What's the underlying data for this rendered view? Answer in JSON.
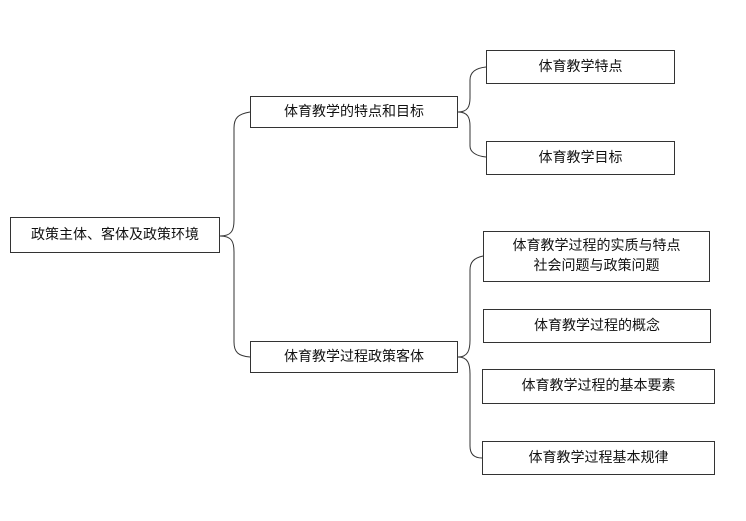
{
  "root": {
    "label": "政策主体、客体及政策环境"
  },
  "branches": [
    {
      "label": "体育教学的特点和目标",
      "children": [
        {
          "lines": [
            "体育教学特点"
          ]
        },
        {
          "lines": [
            "体育教学目标"
          ]
        }
      ]
    },
    {
      "label": "体育教学过程政策客体",
      "children": [
        {
          "lines": [
            "体育教学过程的实质与特点",
            "社会问题与政策问题"
          ]
        },
        {
          "lines": [
            "体育教学过程的概念"
          ]
        },
        {
          "lines": [
            "体育教学过程的基本要素"
          ]
        },
        {
          "lines": [
            "体育教学过程基本规律"
          ]
        }
      ]
    }
  ]
}
